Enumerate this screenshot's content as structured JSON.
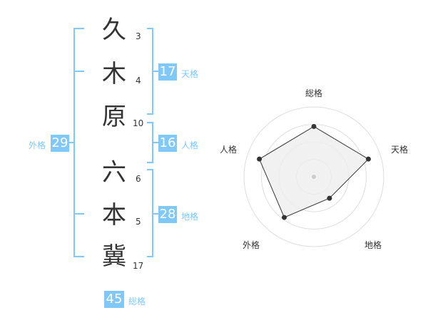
{
  "chars": [
    {
      "char": "久",
      "strokes": "3"
    },
    {
      "char": "木",
      "strokes": "4"
    },
    {
      "char": "原",
      "strokes": "10"
    },
    {
      "char": "六",
      "strokes": "6"
    },
    {
      "char": "本",
      "strokes": "5"
    },
    {
      "char": "冀",
      "strokes": "17"
    }
  ],
  "tenkaku": {
    "value": "17",
    "label": "天格"
  },
  "jinkaku": {
    "value": "16",
    "label": "人格"
  },
  "chikaku": {
    "value": "28",
    "label": "地格"
  },
  "gaikaku": {
    "value": "29",
    "label": "外格"
  },
  "soukaku": {
    "value": "45",
    "label": "総格"
  },
  "colors": {
    "accent": "#7fc8f8",
    "radar_fill": "#eeeeee",
    "grid": "#dddddd",
    "line": "#333333"
  },
  "chart_data": {
    "type": "radar",
    "axes": [
      "総格",
      "天格",
      "地格",
      "外格",
      "人格"
    ],
    "values": [
      0.72,
      0.82,
      0.38,
      0.72,
      0.82
    ],
    "max": 1.0,
    "rings": 4
  }
}
